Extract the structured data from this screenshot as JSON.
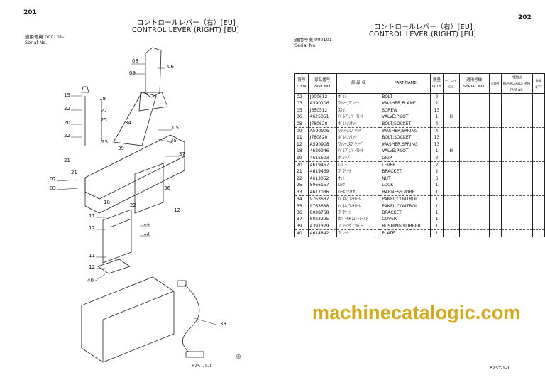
{
  "left_page": {
    "page_number": "201",
    "title_jp": "コントロールレバー（右）[EU]",
    "title_en": "CONTROL LEVER (RIGHT) [EU]",
    "serial_jp": "適用号機  000101-",
    "serial_en": "Serial No.",
    "footer": "P25T-1-1",
    "callouts": [
      "08",
      "06",
      "09",
      "19",
      "19",
      "22",
      "22",
      "25",
      "20",
      "34",
      "05",
      "22",
      "35",
      "25",
      "39",
      "37",
      "21",
      "21",
      "02",
      "03",
      "36",
      "18",
      "22",
      "12",
      "11",
      "12",
      "11",
      "12",
      "11",
      "12",
      "40",
      "33"
    ]
  },
  "right_page": {
    "page_number": "202",
    "title_jp": "コントロールレバー（右）[EU]",
    "title_en": "CONTROL LEVER (RIGHT) [EU]",
    "serial_jp": "適用号機  000101-",
    "serial_en": "Serial No.",
    "footer": "P25T-1-1",
    "headers": {
      "item_jp": "符号",
      "item": "ITEM",
      "partno_jp": "部品番号",
      "partno": "PART NO.",
      "name_jp": "部 品 名",
      "name": "PART NAME",
      "qty_jp": "数量",
      "qty": "Q'TY",
      "sc_jp": "ｻｰﾋﾞｽｺｰﾄﾞ",
      "sc": "S.C",
      "serial_jp": "適用号機",
      "serial": "SERIAL NO.",
      "compat": "互換性",
      "replace_jp": "代替部品",
      "replace": "REPLACEABLE PART",
      "rep_partno_jp": "部品番号",
      "rep_partno": "PART NO.",
      "rep_qty_jp": "数量",
      "rep_qty": "Q'TY"
    },
    "rows": [
      [
        "02",
        "J900612",
        "ﾎﾞﾙﾄ",
        "BOLT",
        "2",
        ""
      ],
      [
        "03",
        "A590106",
        "ﾜｯｼｬ;ﾌﾟﾚｰﾝ",
        "WASHER;PLANE",
        "2",
        ""
      ],
      [
        "05",
        "J650512",
        "ｽｸﾘｭ",
        "SCREW",
        "13",
        ""
      ],
      [
        "06",
        "4625051",
        "ﾊﾞﾙﾌﾞ;ﾊﾟｲﾛｯﾄ",
        "VALVE;PILOT",
        "1",
        "H"
      ],
      [
        "08",
        "J780620",
        "ﾎﾞﾙﾄ;ｿｹｯﾄ",
        "BOLT;SOCKET",
        "4",
        ""
      ],
      [
        "09",
        "A590906",
        "ﾜｯｼｬ;ｽﾌﾟﾘﾝｸﾞ",
        "WASHER;SPRING",
        "4",
        ""
      ],
      [
        "11",
        "J780820",
        "ﾎﾞﾙﾄ;ｿｹｯﾄ",
        "BOLT;SOCKET",
        "13",
        ""
      ],
      [
        "12",
        "A590908",
        "ﾜｯｼｬ;ｽﾌﾟﾘﾝｸﾞ",
        "WASHER;SPRING",
        "13",
        ""
      ],
      [
        "18",
        "4629946",
        "ﾊﾞﾙﾌﾞ;ﾊﾟｲﾛｯﾄ",
        "VALVE;PILOT",
        "1",
        "H"
      ],
      [
        "19",
        "4615603",
        "ｸﾞﾘｯﾌﾟ",
        "GRIP",
        "2",
        ""
      ],
      [
        "20",
        "4619467",
        "ﾚﾊﾞｰ",
        "LEVER",
        "2",
        ""
      ],
      [
        "21",
        "4619469",
        "ﾌﾞﾗｹｯﾄ",
        "BRACKET",
        "2",
        ""
      ],
      [
        "22",
        "4613052",
        "ﾅｯﾄ",
        "NUT",
        "6",
        ""
      ],
      [
        "25",
        "8066157",
        "ﾛｯｸ",
        "LOCK",
        "1",
        ""
      ],
      [
        "33",
        "4617036",
        "ﾊｰﾈｽ;ﾜｲﾔ",
        "HARNESS;WIRE",
        "1",
        ""
      ],
      [
        "34",
        "9763637",
        "ﾊﾟﾈﾙ;ｺﾝﾄﾛｰﾙ",
        "PANEL;CONTROL",
        "1",
        ""
      ],
      [
        "35",
        "9763638",
        "ﾊﾟﾈﾙ;ｺﾝﾄﾛｰﾙ",
        "PANEL;CONTROL",
        "1",
        ""
      ],
      [
        "36",
        "8098768",
        "ﾌﾞﾗｹｯﾄ",
        "BRACKET",
        "1",
        ""
      ],
      [
        "37",
        "6023295",
        "ｶﾊﾞｰ(R;ｺﾝﾄﾛｰﾙ)",
        "COVER",
        "1",
        ""
      ],
      [
        "39",
        "4397379",
        "ﾌﾞｯｼﾝｸﾞ;ﾗﾊﾞｰ",
        "BUSHING;RUBBER",
        "1",
        ""
      ],
      [
        "40",
        "4614842",
        "ﾌﾟﾚｰﾄ",
        "PLATE",
        "1",
        ""
      ]
    ]
  },
  "watermark": "machinecatalogic.com",
  "colors": {
    "watermark": "#d8a718",
    "ink": "#111111"
  }
}
